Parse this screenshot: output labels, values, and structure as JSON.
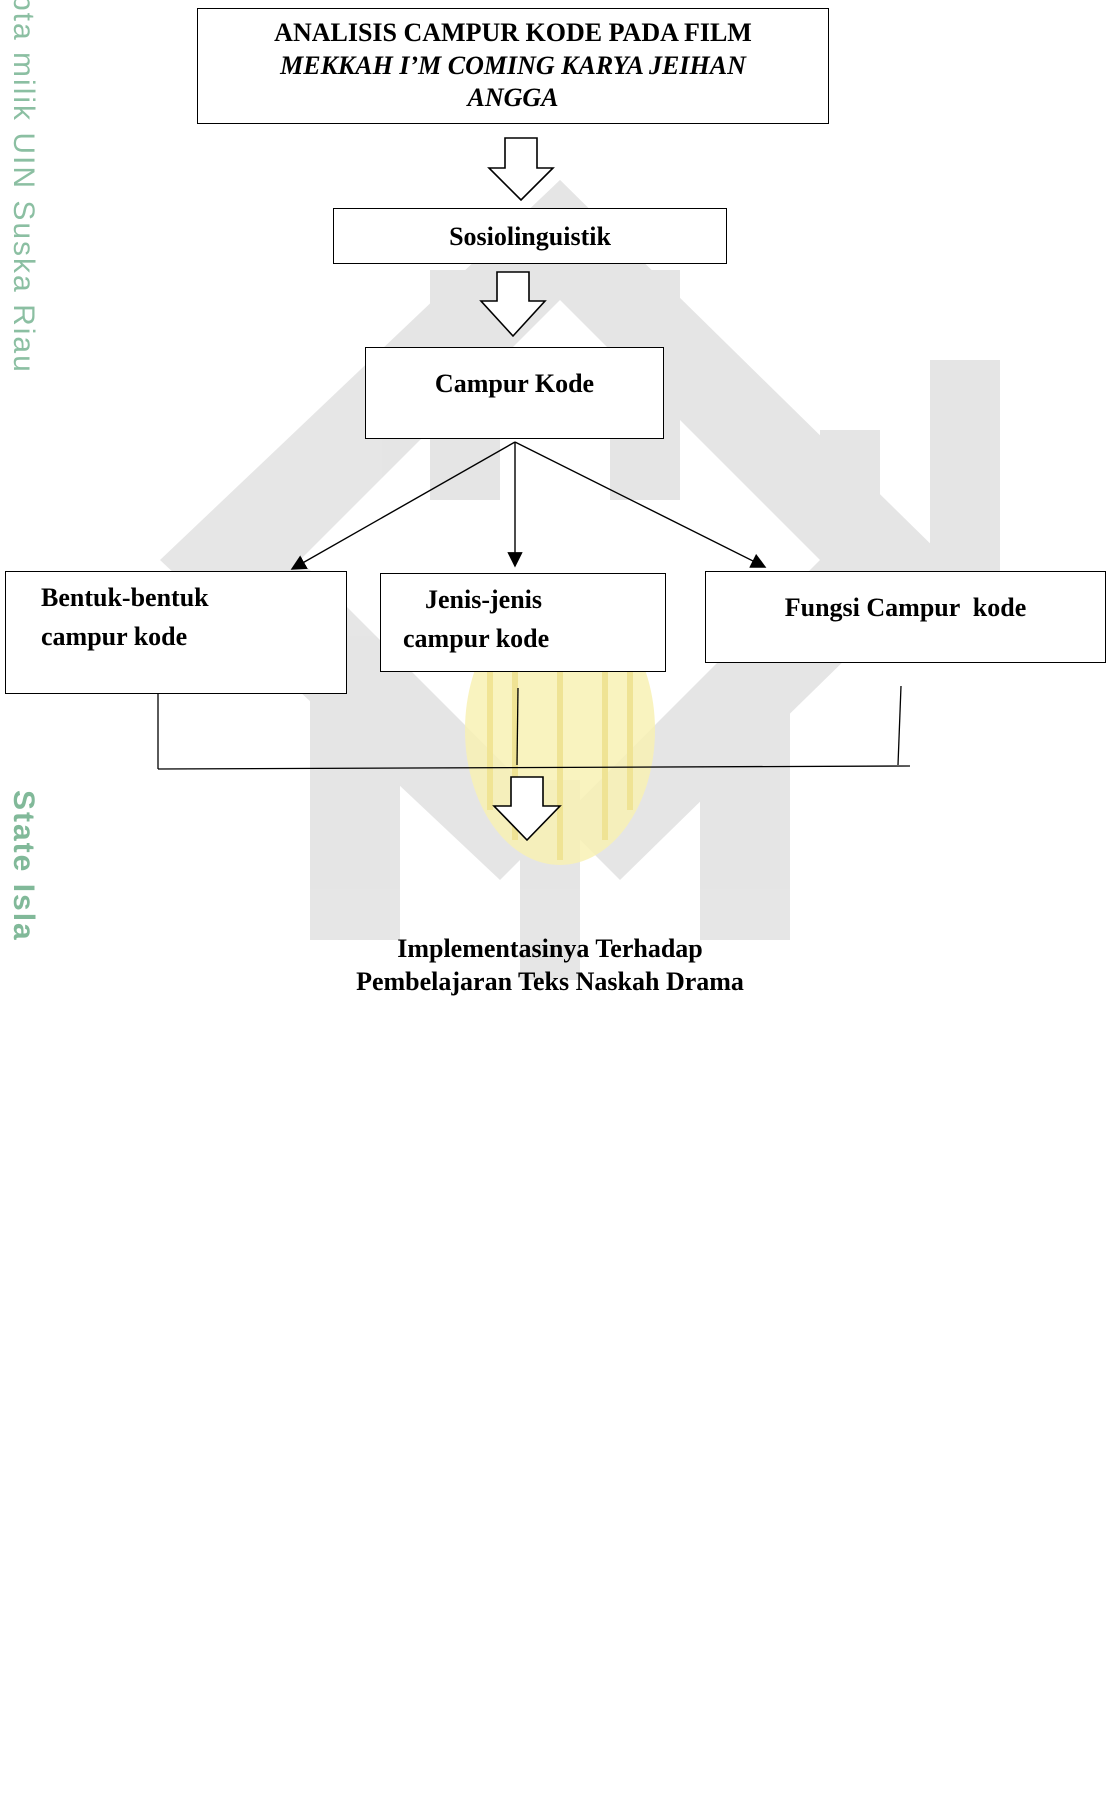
{
  "margin": {
    "top_text": "pta milik UIN Suska Riau",
    "bottom_text": "State Isla"
  },
  "diagram": {
    "title": {
      "line1": "ANALISIS CAMPUR KODE PADA FILM",
      "line2": "MEKKAH I’M COMING KARYA JEIHAN",
      "line3": "ANGGA"
    },
    "node_sosiolinguistik": "Sosiolinguistik",
    "node_campur_kode": "Campur Kode",
    "branches": [
      {
        "line1": "Bentuk-bentuk",
        "line2": "campur kode"
      },
      {
        "line1": "Jenis-jenis",
        "line2": "campur kode"
      },
      {
        "line1": "Fungsi Campur  kode"
      }
    ],
    "result": {
      "line1": "Implementasinya Terhadap",
      "line2": "Pembelajaran Teks Naskah Drama"
    }
  },
  "colors": {
    "watermark_gray": "#d6d6d6",
    "watermark_yellow": "#f7efa8",
    "margin_green": "#2e8b57"
  }
}
